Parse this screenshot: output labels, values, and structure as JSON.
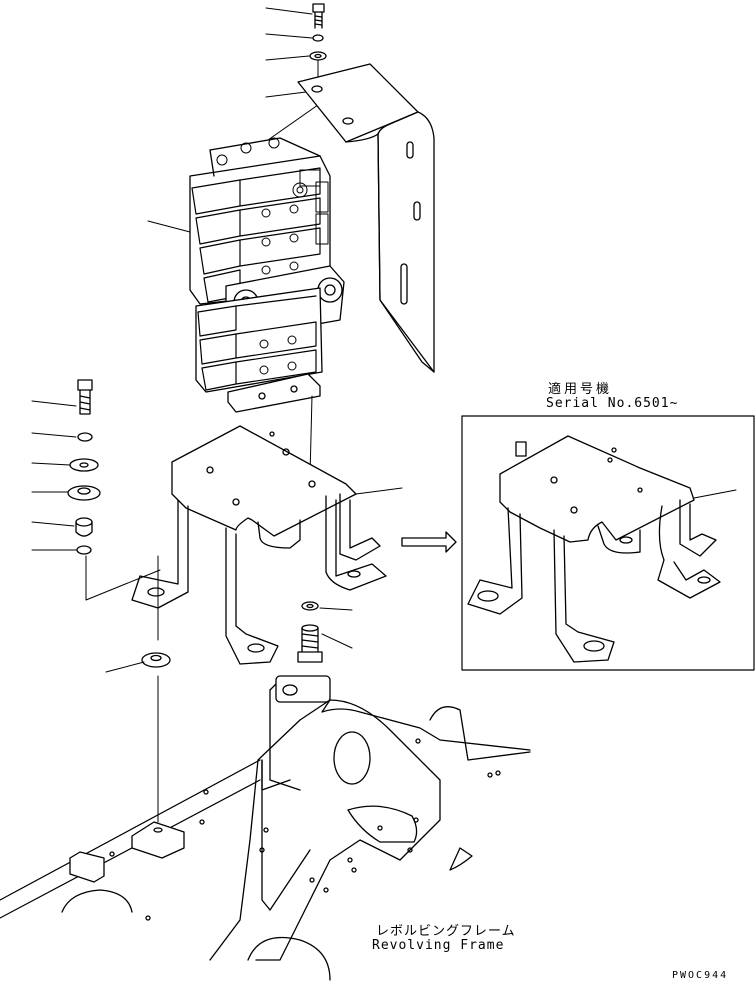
{
  "inset": {
    "applicable_models_jp": "適用号機",
    "serial_label": "Serial No.6501~"
  },
  "frame": {
    "label_jp": "レボルビングフレーム",
    "label_en": "Revolving Frame"
  },
  "drawing_code": "PWOC944"
}
